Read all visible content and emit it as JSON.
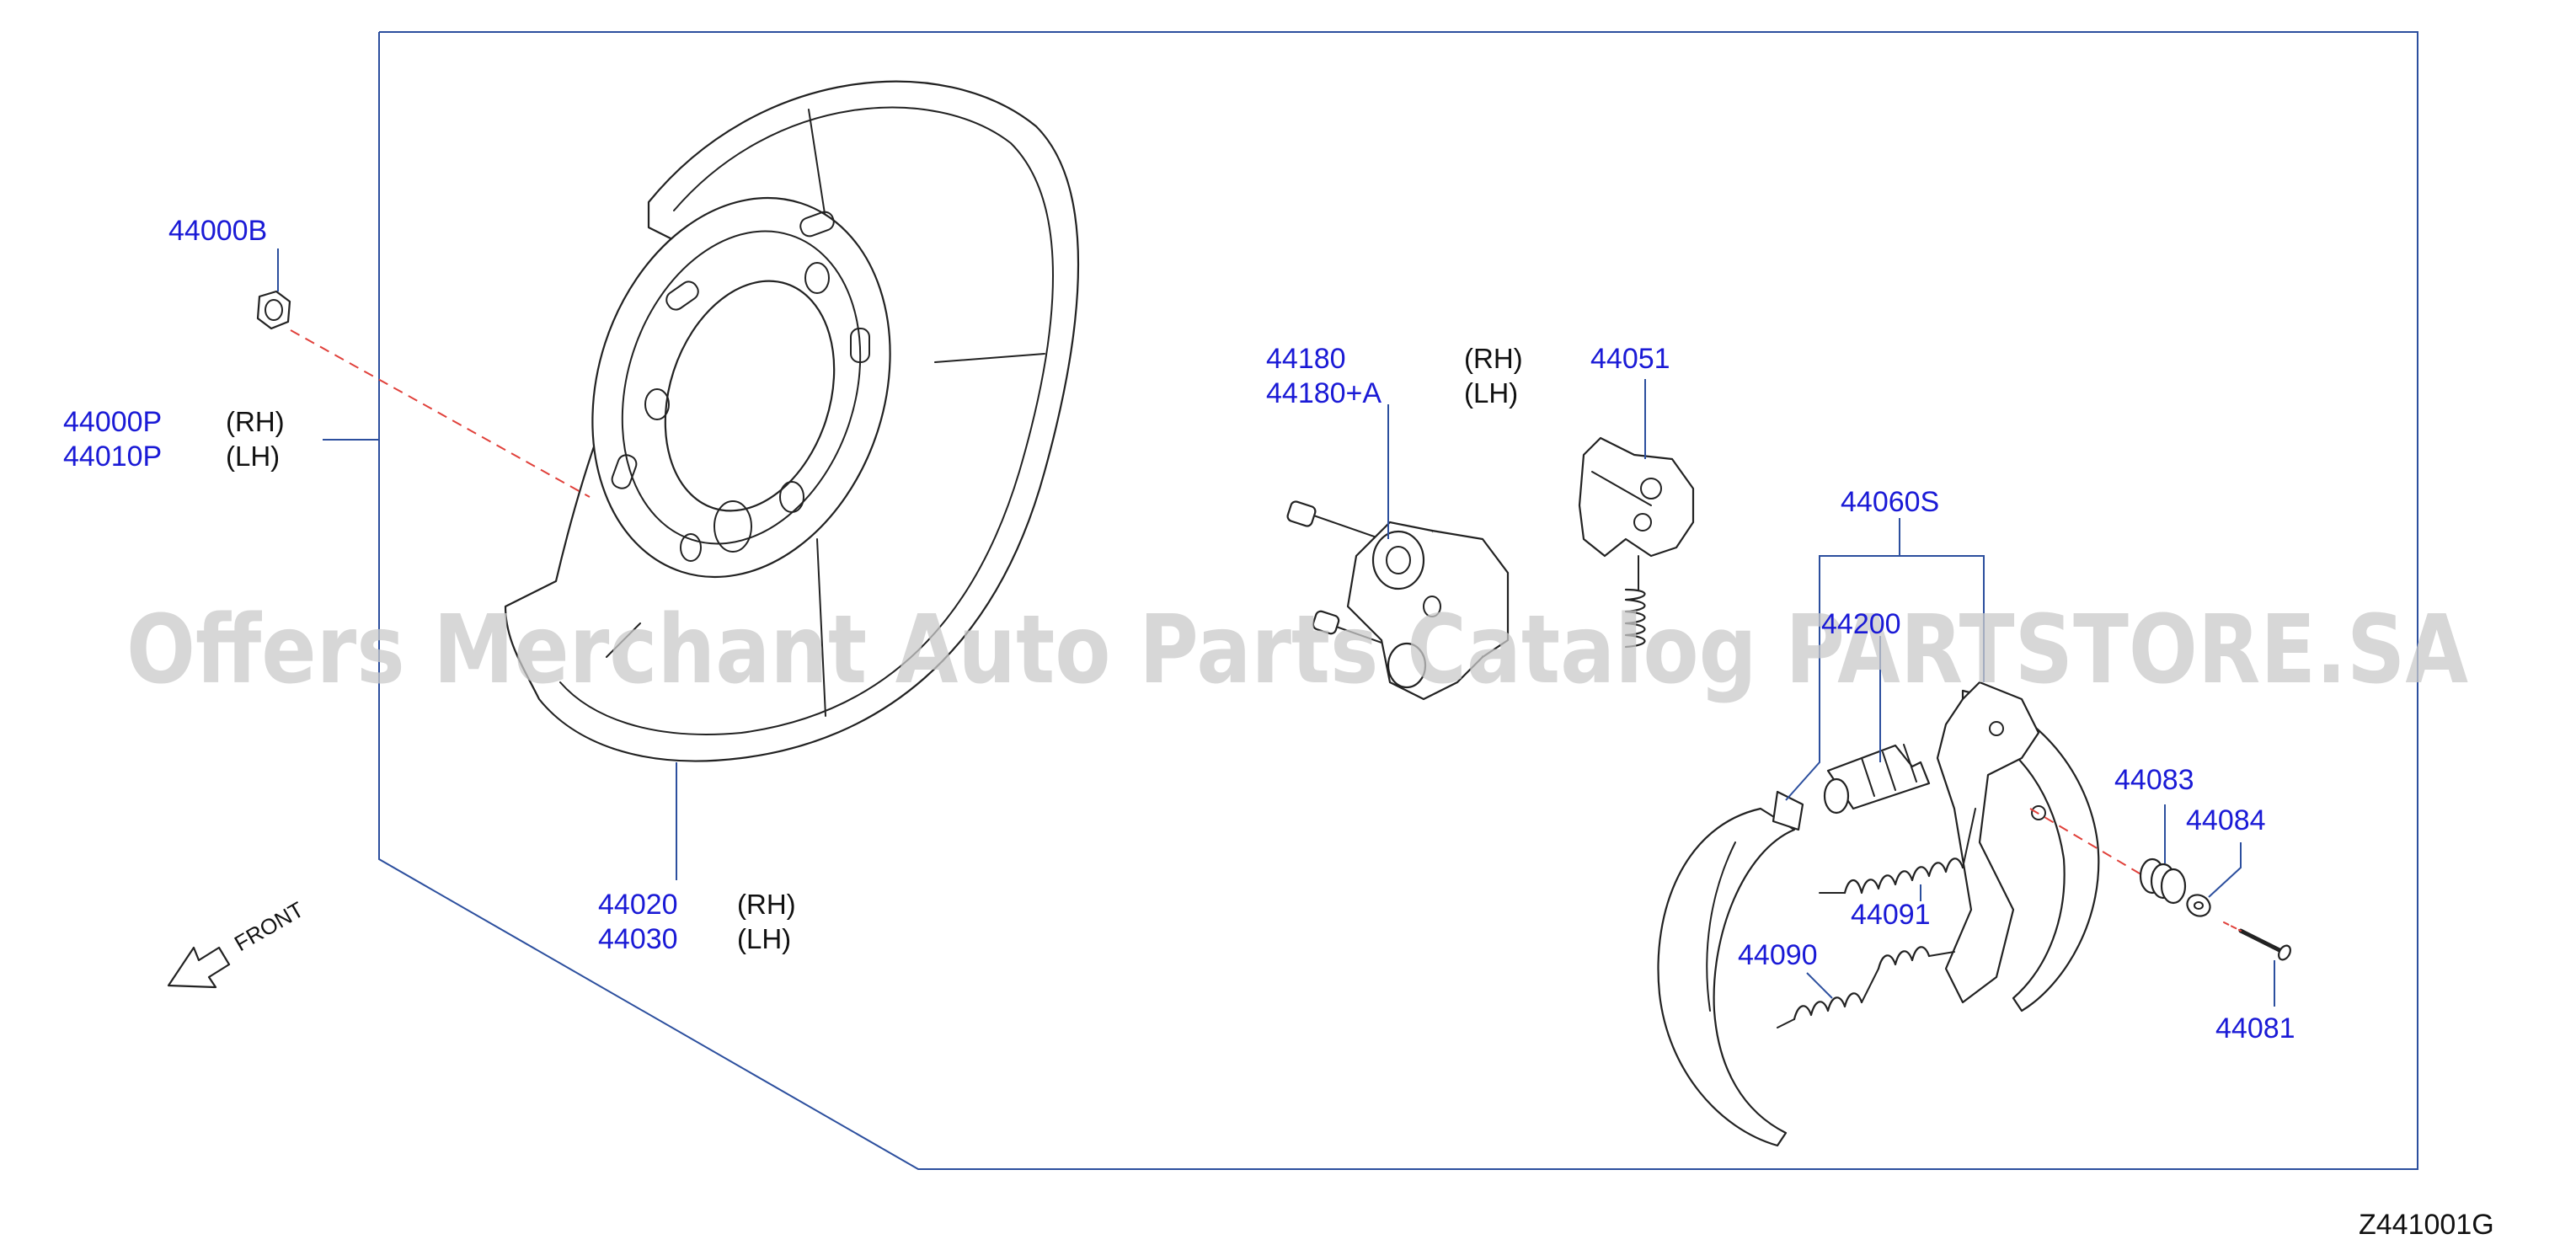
{
  "labels": {
    "p44000B": "44000B",
    "p44000P": "44000P",
    "p44010P": "44010P",
    "rh": "(RH)",
    "lh": "(LH)",
    "p44020": "44020",
    "p44030": "44030",
    "p44180": "44180",
    "p44180A": "44180+A",
    "p44051": "44051",
    "p44060S": "44060S",
    "p44200": "44200",
    "p44083": "44083",
    "p44084": "44084",
    "p44091": "44091",
    "p44090": "44090",
    "p44081": "44081",
    "front": "FRONT"
  },
  "watermark": "Offers Merchant Auto Parts Catalog PARTSTORE.SA",
  "diagram_code": "Z441001G",
  "colors": {
    "part_number": "#1a1ad6",
    "leader_line": "#2c4f9e",
    "axis_dash": "#e0403a",
    "watermark": "#c9c9c9"
  }
}
